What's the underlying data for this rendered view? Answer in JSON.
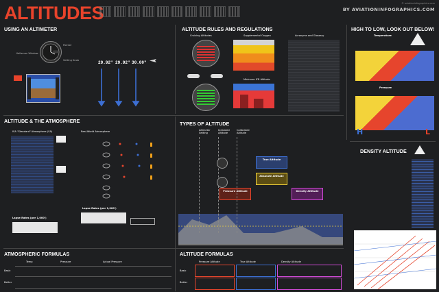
{
  "header": {
    "title": "ALTITUDES",
    "site": "BY AVIATIONINFOGRAPHICS.COM",
    "subtitle": "© aviationinfographics.com"
  },
  "sections": {
    "altimeter": "USING AN ALTIMETER",
    "rules": "ALTITUDE RULES AND REGULATIONS",
    "high_low": "HIGH TO LOW, LOOK OUT BELOW!",
    "atmosphere": "ALTITUDE & THE ATMOSPHERE",
    "types": "TYPES OF ALTITUDE",
    "density": "DENSITY ALTITUDE",
    "atm_formulas": "ATMOSPHERIC FORMULAS",
    "alt_formulas": "ALTITUDE FORMULAS"
  },
  "altimeter": {
    "settings": [
      "29.92\"",
      "29.92\"",
      "30.00\""
    ],
    "labels": [
      "Kollsman Window",
      "Pointer",
      "Setting Knob"
    ]
  },
  "rules": {
    "cruising": "Cruising Altitudes",
    "supplemental": "Supplemental Oxygen",
    "acronyms": "Acronyms and Glossary",
    "minimum": "Minimum IFR Altitude"
  },
  "high_low": {
    "temperature": "Temperature",
    "pressure": "Pressure",
    "marker_h": "H",
    "marker_l": "L"
  },
  "atmosphere": {
    "isa_title": "ISA \"Standard\" Atmosphere (SA)",
    "real_title": "Real-World Atmosphere",
    "lapse_rates": "Lapse Rates (per 1,000')",
    "lapse_rates_b": "Lapse Rates (per 1,000')"
  },
  "types": {
    "indicated": "Indicated Altitude",
    "calibrated": "Calibrated Altitude",
    "true_alt": "True Altitude",
    "absolute": "Absolute Altitude",
    "pressure": "Pressure Altitude",
    "density": "Density Altitude",
    "setting": "Altimeter Setting"
  },
  "density": {
    "heading": "DENSITY ALTITUDE"
  },
  "formulas": {
    "atm_cols": [
      "Temp",
      "Pressure",
      "Actual Pressure"
    ],
    "rows": [
      "Basic",
      "Better"
    ],
    "alt_cols": [
      "Pressure Altitude",
      "True Altitude",
      "Density Altitude"
    ]
  },
  "colors": {
    "accent": "#e8432b",
    "blue": "#3d6fd3",
    "yellow": "#f2d23b",
    "magenta": "#d04bd6"
  }
}
